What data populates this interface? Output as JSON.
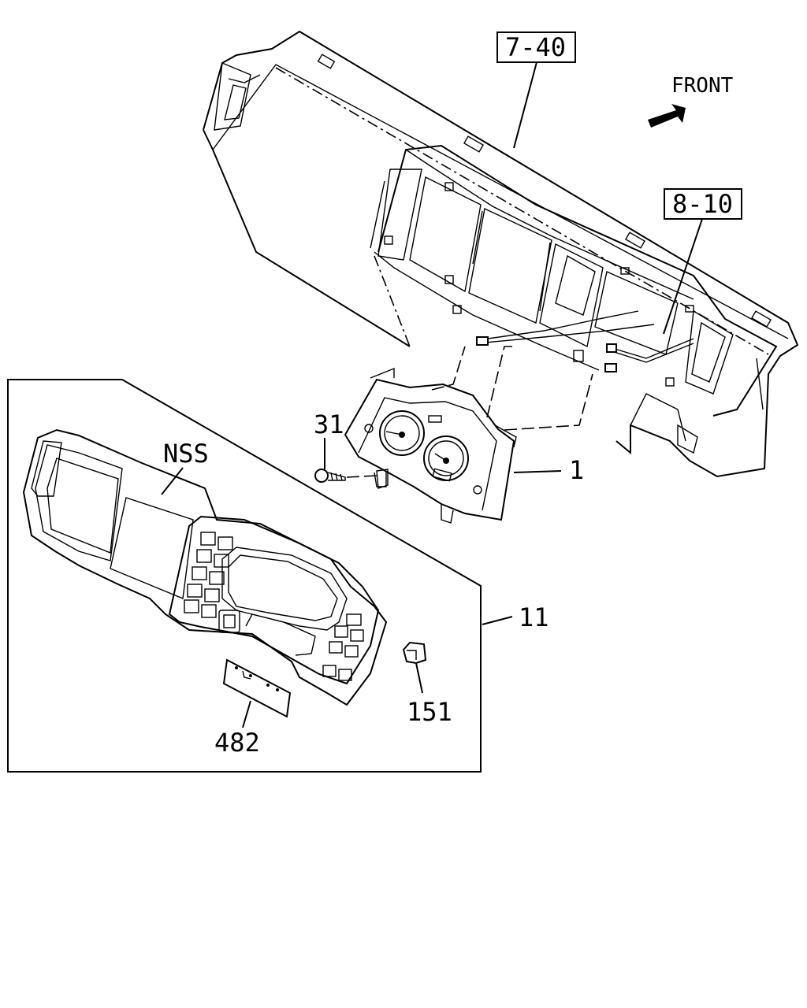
{
  "direction": {
    "label": "FRONT",
    "icon": "arrow-icon"
  },
  "references": [
    {
      "id": "ref-7-40",
      "text": "7-40"
    },
    {
      "id": "ref-8-10",
      "text": "8-10"
    }
  ],
  "callouts": {
    "c1": "1",
    "c11": "11",
    "c31": "31",
    "c151": "151",
    "c482": "482",
    "nss": "NSS"
  }
}
